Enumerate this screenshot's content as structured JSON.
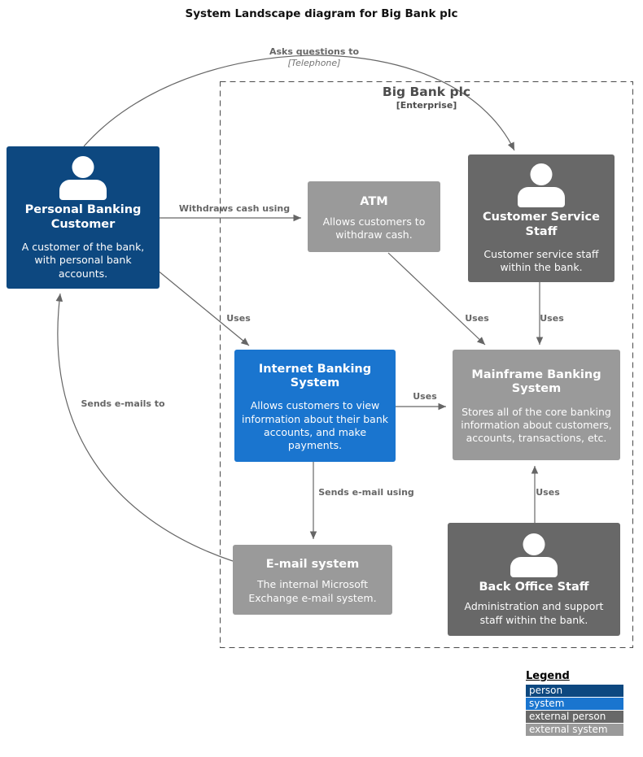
{
  "title": "System Landscape diagram for Big Bank plc",
  "boundary": {
    "name": "Big Bank plc",
    "type": "[Enterprise]"
  },
  "nodes": [
    {
      "name": "Personal Banking Customer",
      "description": "A customer of the bank, with personal bank accounts.",
      "kind": "person",
      "color": "#0d4880"
    },
    {
      "name": "ATM",
      "description": "Allows customers to withdraw cash.",
      "kind": "external system",
      "color": "#9a9a9a"
    },
    {
      "name": "Customer Service Staff",
      "description": "Customer service staff within the bank.",
      "kind": "external person",
      "color": "#686868"
    },
    {
      "name": "Internet Banking System",
      "description": "Allows customers to view information about their bank accounts, and make payments.",
      "kind": "system",
      "color": "#1a75cf"
    },
    {
      "name": "Mainframe Banking System",
      "description": "Stores all of the core banking information about customers, accounts, transactions, etc.",
      "kind": "external system",
      "color": "#9a9a9a"
    },
    {
      "name": "E-mail system",
      "description": "The internal Microsoft Exchange e-mail system.",
      "kind": "external system",
      "color": "#9a9a9a"
    },
    {
      "name": "Back Office Staff",
      "description": "Administration and support staff within the bank.",
      "kind": "external person",
      "color": "#686868"
    }
  ],
  "relationships": [
    {
      "from": "Personal Banking Customer",
      "to": "Customer Service Staff",
      "label": "Asks questions to",
      "technology": "[Telephone]"
    },
    {
      "from": "Personal Banking Customer",
      "to": "ATM",
      "label": "Withdraws cash using"
    },
    {
      "from": "Personal Banking Customer",
      "to": "Internet Banking System",
      "label": "Uses"
    },
    {
      "from": "ATM",
      "to": "Mainframe Banking System",
      "label": "Uses"
    },
    {
      "from": "Customer Service Staff",
      "to": "Mainframe Banking System",
      "label": "Uses"
    },
    {
      "from": "Internet Banking System",
      "to": "Mainframe Banking System",
      "label": "Uses"
    },
    {
      "from": "Internet Banking System",
      "to": "E-mail system",
      "label": "Sends e-mail using"
    },
    {
      "from": "Back Office Staff",
      "to": "Mainframe Banking System",
      "label": "Uses"
    },
    {
      "from": "E-mail system",
      "to": "Personal Banking Customer",
      "label": "Sends e-mails to"
    }
  ],
  "legend": {
    "title": "Legend",
    "entries": [
      {
        "label": "person",
        "color": "#0d4880"
      },
      {
        "label": "system",
        "color": "#1a75cf"
      },
      {
        "label": "external person",
        "color": "#686868"
      },
      {
        "label": "external system",
        "color": "#9a9a9a"
      }
    ]
  }
}
